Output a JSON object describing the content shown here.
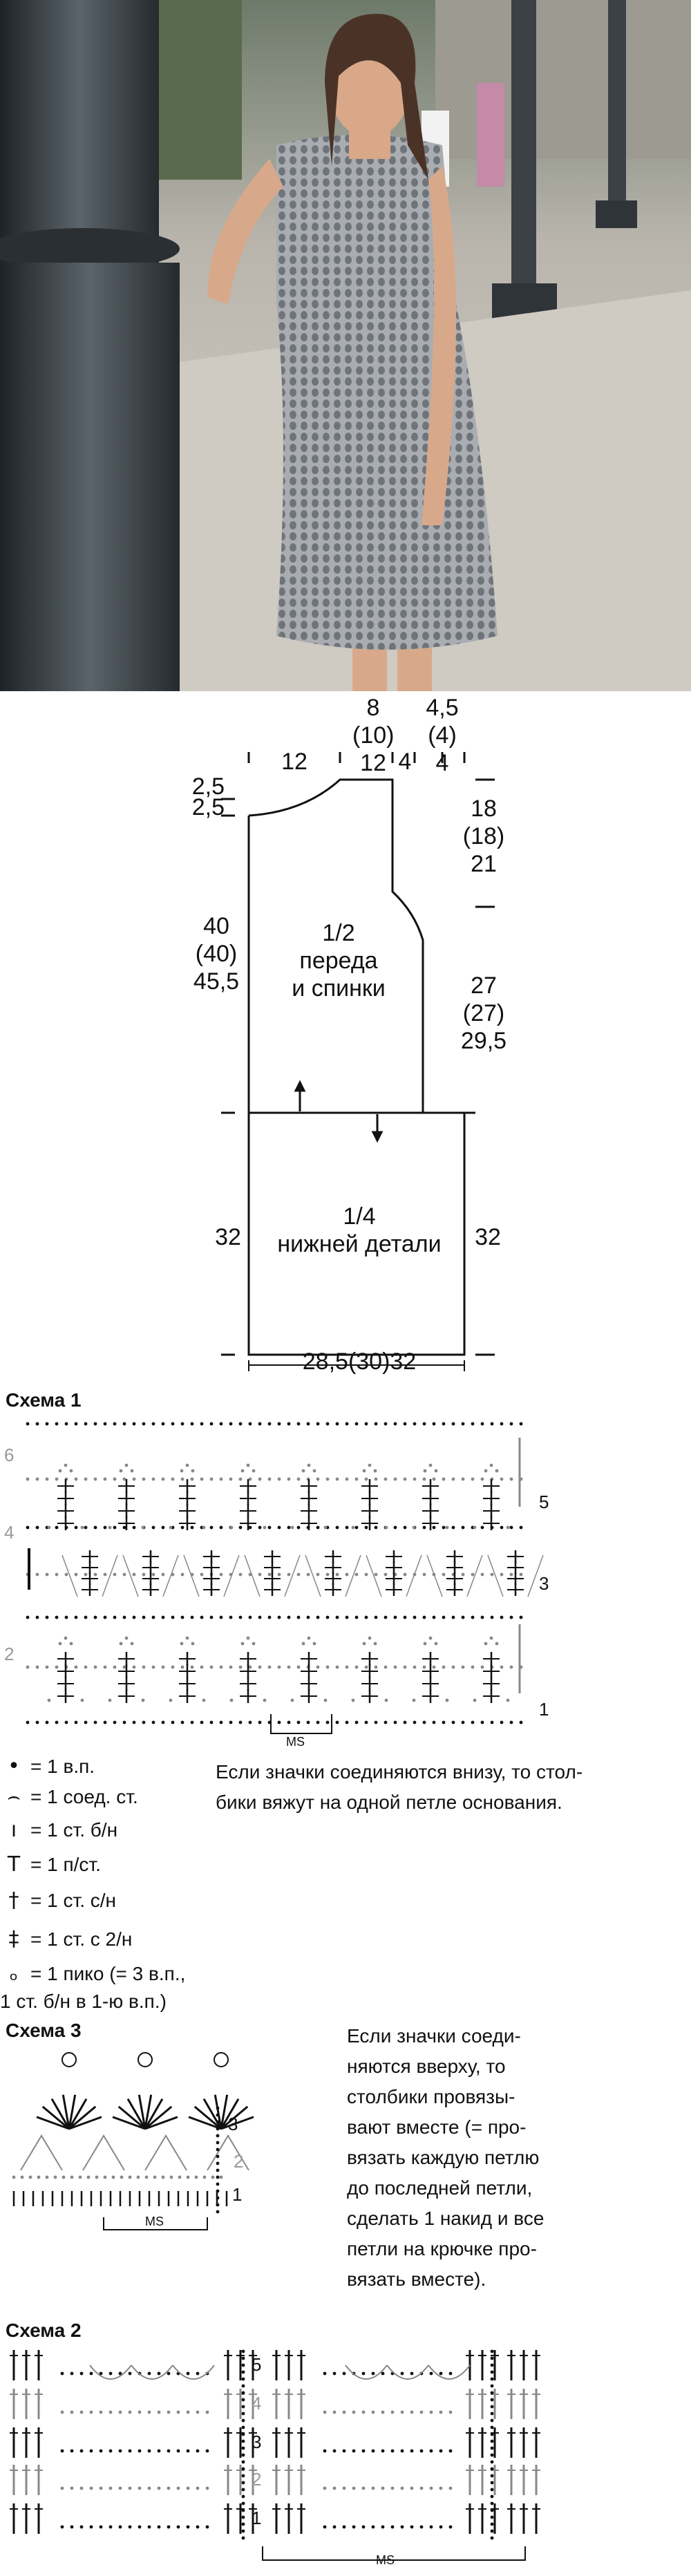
{
  "schematic": {
    "top_neck": "8\n(10)\n12",
    "top_left_width": "12",
    "top_right_a": "4,5\n(4)\n4",
    "top_right_b": "4",
    "left_a": "2,5",
    "left_b": "2,5",
    "left_length": "40\n(40)\n45,5",
    "armhole": "18\n(18)\n21",
    "side": "27\n(27)\n29,5",
    "upper_label": "1/2\nпереда\nи спинки",
    "lower_label": "1/4\nнижней детали",
    "lower_left": "32",
    "lower_right": "32",
    "bottom_width": "28,5(30)32"
  },
  "scheme1": {
    "title": "Схема 1",
    "row_labels_left": [
      "6",
      "4",
      "2"
    ],
    "row_labels_right": [
      "5",
      "3",
      "1"
    ],
    "ms": "MS"
  },
  "legend": {
    "items": [
      {
        "symbol": "•",
        "text": "= 1 в.п."
      },
      {
        "symbol": "⌢",
        "text": "= 1 соед. ст."
      },
      {
        "symbol": "ı",
        "text": "= 1 ст. б/н"
      },
      {
        "symbol": "T",
        "text": "= 1 п/ст."
      },
      {
        "symbol": "†",
        "text": "= 1 ст. с/н"
      },
      {
        "symbol": "‡",
        "text": "= 1 ст. с 2/н"
      },
      {
        "symbol": "ₒ",
        "text": "= 1 пико (= 3 в.п.,"
      }
    ],
    "picot_cont": "1 ст. б/н в 1-ю в.п.)",
    "note_bottom": "Если значки соединяются внизу, то стол-\nбики вяжут на одной петле основания."
  },
  "scheme3": {
    "title": "Схема 3",
    "rows": [
      "3",
      "2",
      "1"
    ],
    "ms": "MS",
    "note_top": "Если значки соеди-\nняются вверху, то\nстолбики провязы-\nвают вместе (= про-\nвязать каждую петлю\nдо последней петли,\nсделать 1 накид и все\nпетли на крючке про-\nвязать вместе)."
  },
  "scheme2": {
    "title": "Схема 2",
    "rows": [
      "5",
      "4",
      "3",
      "2",
      "1"
    ],
    "ms": "MS"
  }
}
